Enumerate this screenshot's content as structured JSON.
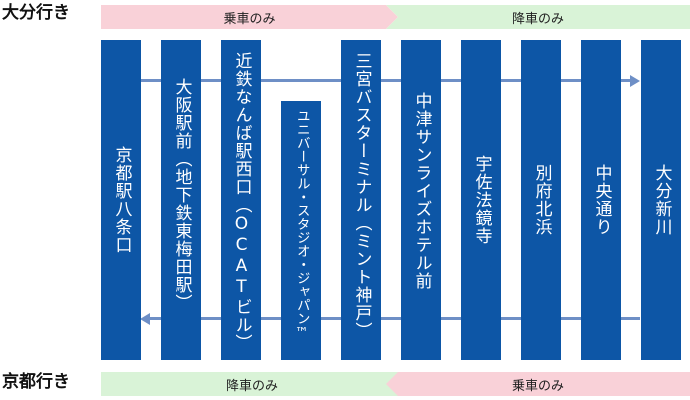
{
  "header": {
    "outbound_label": "大分行き",
    "inbound_label": "京都行き"
  },
  "bands": {
    "outbound_boarding": "乗車のみ",
    "outbound_alighting": "降車のみ",
    "inbound_alighting": "降車のみ",
    "inbound_boarding": "乗車のみ"
  },
  "colors": {
    "boarding_band": "#f9d1d8",
    "alighting_band": "#d9f3d7",
    "stop_fill": "#0d56a6",
    "route_line": "#6e8fc6"
  },
  "stops": [
    "京都駅八条口",
    "大阪駅前（地下鉄東梅田駅）",
    "近鉄なんば駅西口（OCATビル）",
    "ユニバーサル・スタジオ・ジャパン™",
    "三宮バスターミナル（ミント神戸）",
    "中津サンライズホテル前",
    "宇佐法鏡寺",
    "別府北浜",
    "中央通り",
    "大分新川"
  ]
}
